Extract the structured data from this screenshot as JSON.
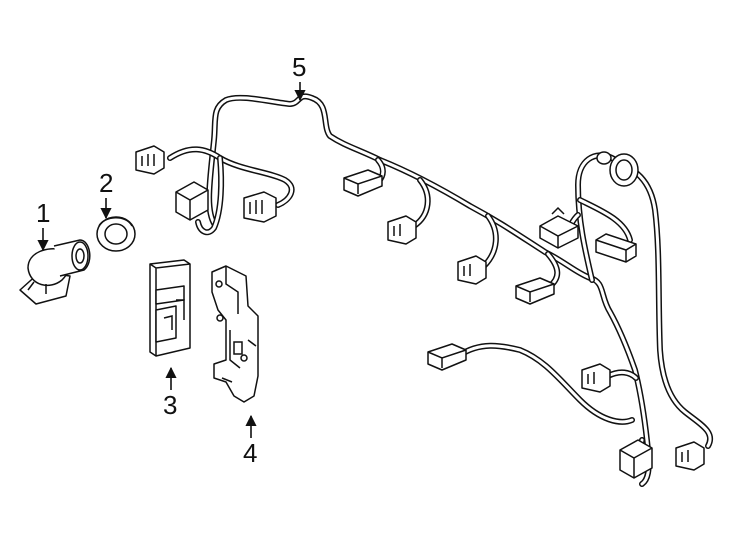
{
  "callouts": {
    "part1": "1",
    "part2": "2",
    "part3": "3",
    "part4": "4",
    "part5": "5"
  },
  "colors": {
    "line": "#111111",
    "background": "#ffffff"
  }
}
